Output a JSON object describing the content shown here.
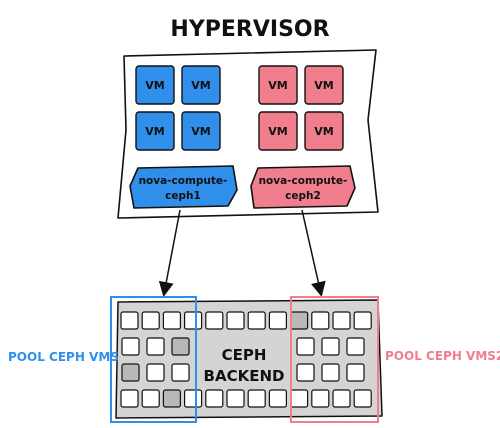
{
  "title": "HYPERVISOR",
  "colors": {
    "blue": "#2f8fea",
    "pink": "#f07e8c",
    "backend_fill": "#d4d4d4",
    "cell_dark": "#b8b8b8",
    "cell_light": "#ffffff",
    "stroke": "#111111"
  },
  "vm_label": "VM",
  "compute_nodes": [
    {
      "lines": [
        "nova-compute-",
        "ceph1"
      ],
      "color": "blue",
      "vm_count": 4
    },
    {
      "lines": [
        "nova-compute-",
        "ceph2"
      ],
      "color": "pink",
      "vm_count": 4
    }
  ],
  "backend": {
    "lines": [
      "CEPH",
      "BACKEND"
    ],
    "cell_rows": [
      [
        "l",
        "l",
        "l",
        "l",
        "l",
        "l",
        "l",
        "l",
        "d",
        "l",
        "l",
        "l"
      ],
      [
        "l",
        "l",
        "d",
        "l",
        "l",
        "l"
      ],
      [
        "d",
        "l",
        "l",
        "l",
        "l",
        "l"
      ],
      [
        "l",
        "l",
        "d",
        "l",
        "l",
        "l",
        "l",
        "l",
        "l",
        "l",
        "l",
        "l"
      ]
    ]
  },
  "pools": [
    {
      "label": "POOL CEPH VMS",
      "color": "blue"
    },
    {
      "label": "POOL CEPH VMS2",
      "color": "pink"
    }
  ]
}
